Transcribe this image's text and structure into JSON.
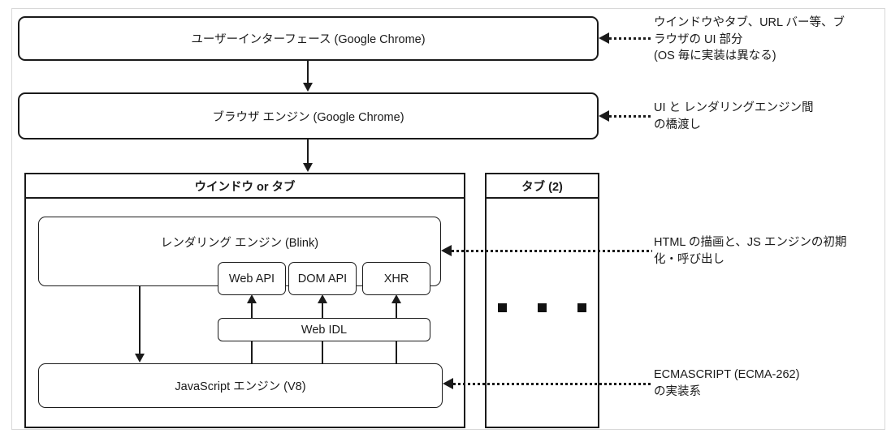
{
  "colors": {
    "ink": "#1a1a1a",
    "frame_border": "#d8d8d8",
    "background": "#ffffff"
  },
  "boxes": {
    "user_interface": {
      "label": "ユーザーインターフェース (Google Chrome)"
    },
    "browser_engine": {
      "label": "ブラウザ エンジン (Google Chrome)"
    },
    "window_or_tab": {
      "header": "ウインドウ or タブ"
    },
    "tab_2": {
      "header": "タブ (2)",
      "dots_icon": "black-squares-ellipsis"
    },
    "rendering_engine": {
      "label": "レンダリング エンジン (Blink)"
    },
    "web_api": {
      "label": "Web API"
    },
    "dom_api": {
      "label": "DOM API"
    },
    "xhr": {
      "label": "XHR"
    },
    "web_idl": {
      "label": "Web IDL"
    },
    "javascript_engine": {
      "label": "JavaScript エンジン (V8)"
    }
  },
  "annotations": {
    "ui_note": {
      "text": "ウインドウやタブ、URL バー等、ブ\nラウザの UI 部分\n(OS 毎に実装は異なる)"
    },
    "browser_engine_note": {
      "text": "UI と レンダリングエンジン間\nの橋渡し"
    },
    "rendering_note": {
      "text": "HTML の描画と、JS エンジンの初期\n化・呼び出し"
    },
    "js_note": {
      "text": "ECMASCRIPT (ECMA-262)\nの実装系"
    }
  }
}
